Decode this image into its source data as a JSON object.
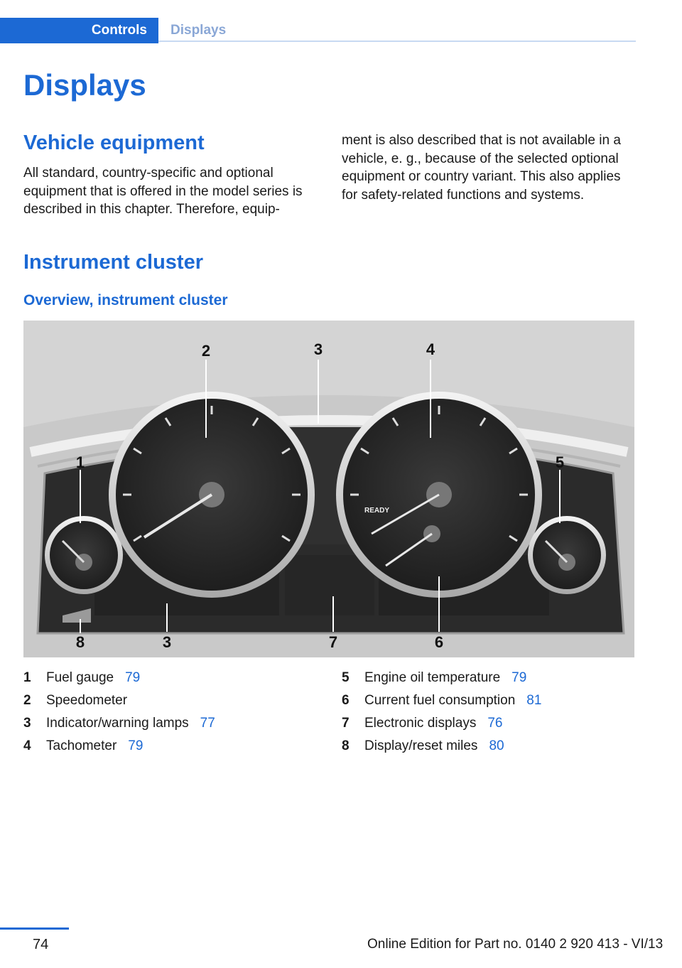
{
  "header": {
    "tab_active": "Controls",
    "tab_inactive": "Displays"
  },
  "page_title": "Displays",
  "section_vehicle": {
    "heading": "Vehicle equipment",
    "col1_lines": [
      "All standard, country-specific and optional",
      "equipment that is offered in the model series is",
      "described in this chapter. Therefore, equip-"
    ],
    "col2_lines": [
      "ment is also described that is not available in a",
      "vehicle, e. g., because of the selected optional",
      "equipment or country variant. This also applies",
      "for safety-related functions and systems."
    ]
  },
  "section_cluster": {
    "heading": "Instrument cluster",
    "subheading": "Overview, instrument cluster"
  },
  "figure": {
    "callouts_top": [
      "1",
      "2",
      "3",
      "4",
      "5"
    ],
    "callouts_bottom": [
      "8",
      "3",
      "7",
      "6"
    ],
    "ready_label": "READY"
  },
  "legend_left": [
    {
      "num": "1",
      "label": "Fuel gauge",
      "page": "79"
    },
    {
      "num": "2",
      "label": "Speedometer",
      "page": ""
    },
    {
      "num": "3",
      "label": "Indicator/warning lamps",
      "page": "77"
    },
    {
      "num": "4",
      "label": "Tachometer",
      "page": "79"
    }
  ],
  "legend_right": [
    {
      "num": "5",
      "label": "Engine oil temperature",
      "page": "79"
    },
    {
      "num": "6",
      "label": "Current fuel consumption",
      "page": "81"
    },
    {
      "num": "7",
      "label": "Electronic displays",
      "page": "76"
    },
    {
      "num": "8",
      "label": "Display/reset miles",
      "page": "80"
    }
  ],
  "footer": {
    "page_number": "74",
    "edition": "Online Edition for Part no. 0140 2 920 413 - VI/13"
  }
}
